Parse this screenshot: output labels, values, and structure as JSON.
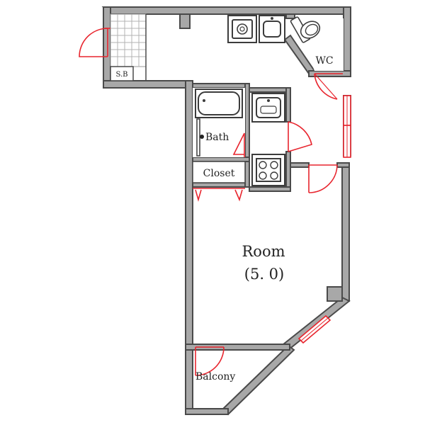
{
  "floorplan": {
    "labels": {
      "shoe_box": "S.B",
      "wc": "WC",
      "bath": "Bath",
      "closet": "Closet",
      "room_name": "Room",
      "room_size": "(5. 0)",
      "balcony": "Balcony"
    },
    "colors": {
      "wall_fill": "#a8a8a8",
      "wall_outline": "#4a4a4a",
      "door_window": "#e8252e",
      "background": "#ffffff"
    }
  }
}
